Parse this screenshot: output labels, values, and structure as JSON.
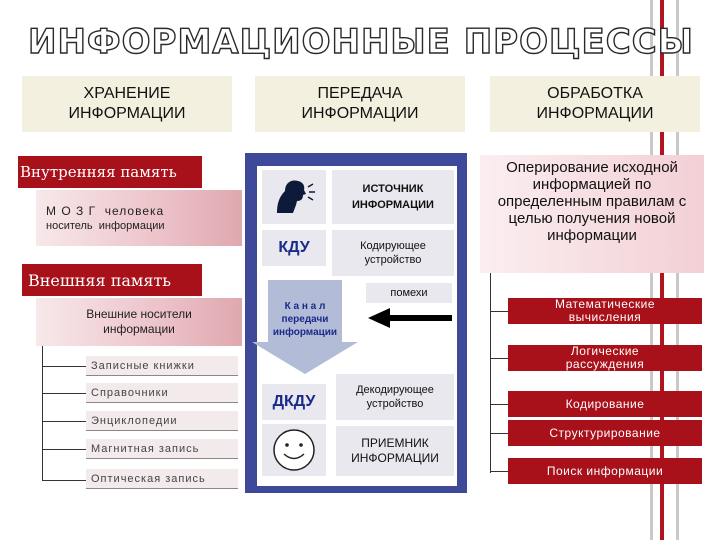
{
  "title": "ИНФОРМАЦИОННЫЕ ПРОЦЕССЫ",
  "columns": [
    {
      "label": "ХРАНЕНИЕ\nИНФОРМАЦИИ"
    },
    {
      "label": "ПЕРЕДАЧА\nИНФОРМАЦИИ"
    },
    {
      "label": "ОБРАБОТКА\nИНФОРМАЦИИ"
    }
  ],
  "storage": {
    "internal_memory": "Внутренняя память",
    "brain_line1": "М О З Г  человека",
    "brain_line2": "носитель  информации",
    "external_memory": "Внешняя память",
    "external_carriers": "Внешние носители\nинформации",
    "items": [
      "Записные книжки",
      "Справочники",
      "Энциклопедии",
      "Магнитная запись",
      "Оптическая запись"
    ]
  },
  "transfer": {
    "source": "ИСТОЧНИК\nИНФОРМАЦИИ",
    "kdu": "КДУ",
    "encoder": "Кодирующее\nустройство",
    "noise": "помехи",
    "channel": "К а н а л\nпередачи\nинформации",
    "dkdu": "ДКДУ",
    "decoder": "Декодирующее\nустройство",
    "receiver": "ПРИЕМНИК\nИНФОРМАЦИИ"
  },
  "processing": {
    "definition": "Оперирование исходной информацией по определенным правилам с целью получения новой информации",
    "items": [
      "Математические\nвычисления",
      "Логические\nрассуждения",
      "Кодирование",
      "Структурирование",
      "Поиск  информации"
    ]
  },
  "colors": {
    "accent_red": "#a8101a",
    "panel_blue": "#3e4a99"
  }
}
